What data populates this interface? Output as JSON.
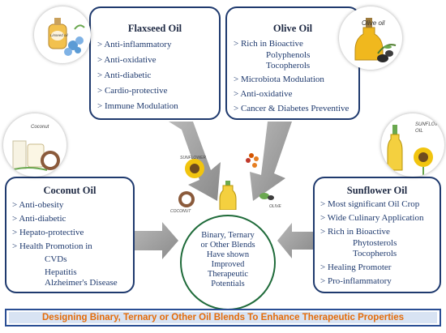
{
  "flaxseed": {
    "title": "Flaxseed Oil",
    "items": [
      "> Anti-inflammatory",
      "> Anti-oxidative",
      "> Anti-diabetic",
      "> Cardio-protective",
      "> Immune Modulation"
    ]
  },
  "olive": {
    "title": "Olive Oil",
    "items": [
      "> Rich in Bioactive",
      "Polyphenols",
      "Tocopherols",
      "> Microbiota Modulation",
      "> Anti-oxidative",
      "> Cancer & Diabetes Preventive"
    ]
  },
  "coconut": {
    "title": "Coconut Oil",
    "items": [
      "> Anti-obesity",
      "> Anti-diabetic",
      "> Hepato-protective",
      "> Health Promotion in",
      "CVDs",
      "Hepatitis",
      "Alzheimer's Disease"
    ]
  },
  "sunflower": {
    "title": "Sunflower Oil",
    "items": [
      "> Most significant Oil Crop",
      "> Wide Culinary Application",
      "> Rich in Bioactive",
      "Phytosterols",
      "Tocopherols",
      "> Healing Promoter",
      "> Pro-inflammatory"
    ]
  },
  "center": {
    "lines": [
      "Binary, Ternary",
      "or Other Blends",
      "Have shown",
      "Improved",
      "Therapeutic",
      "Potentials"
    ]
  },
  "banner": "Designing Binary, Ternary or Other Oil Blends To Enhance Therapeutic Properties",
  "image_labels": {
    "coconut_jar": "Coconut",
    "sunflower_jar": "SUNFLOWER OIL",
    "olive_jar": "Olive oil",
    "flax_jar": "Linseed oil",
    "center_sunflower": "SUNFLOWER",
    "center_coconut": "COCONUT",
    "center_olive": "OLIVE"
  },
  "colors": {
    "box_border": "#1f3a6e",
    "arrow": "#a6a6a6",
    "banner_text": "#e46c0a",
    "banner_bg": "#d8e3f3"
  }
}
